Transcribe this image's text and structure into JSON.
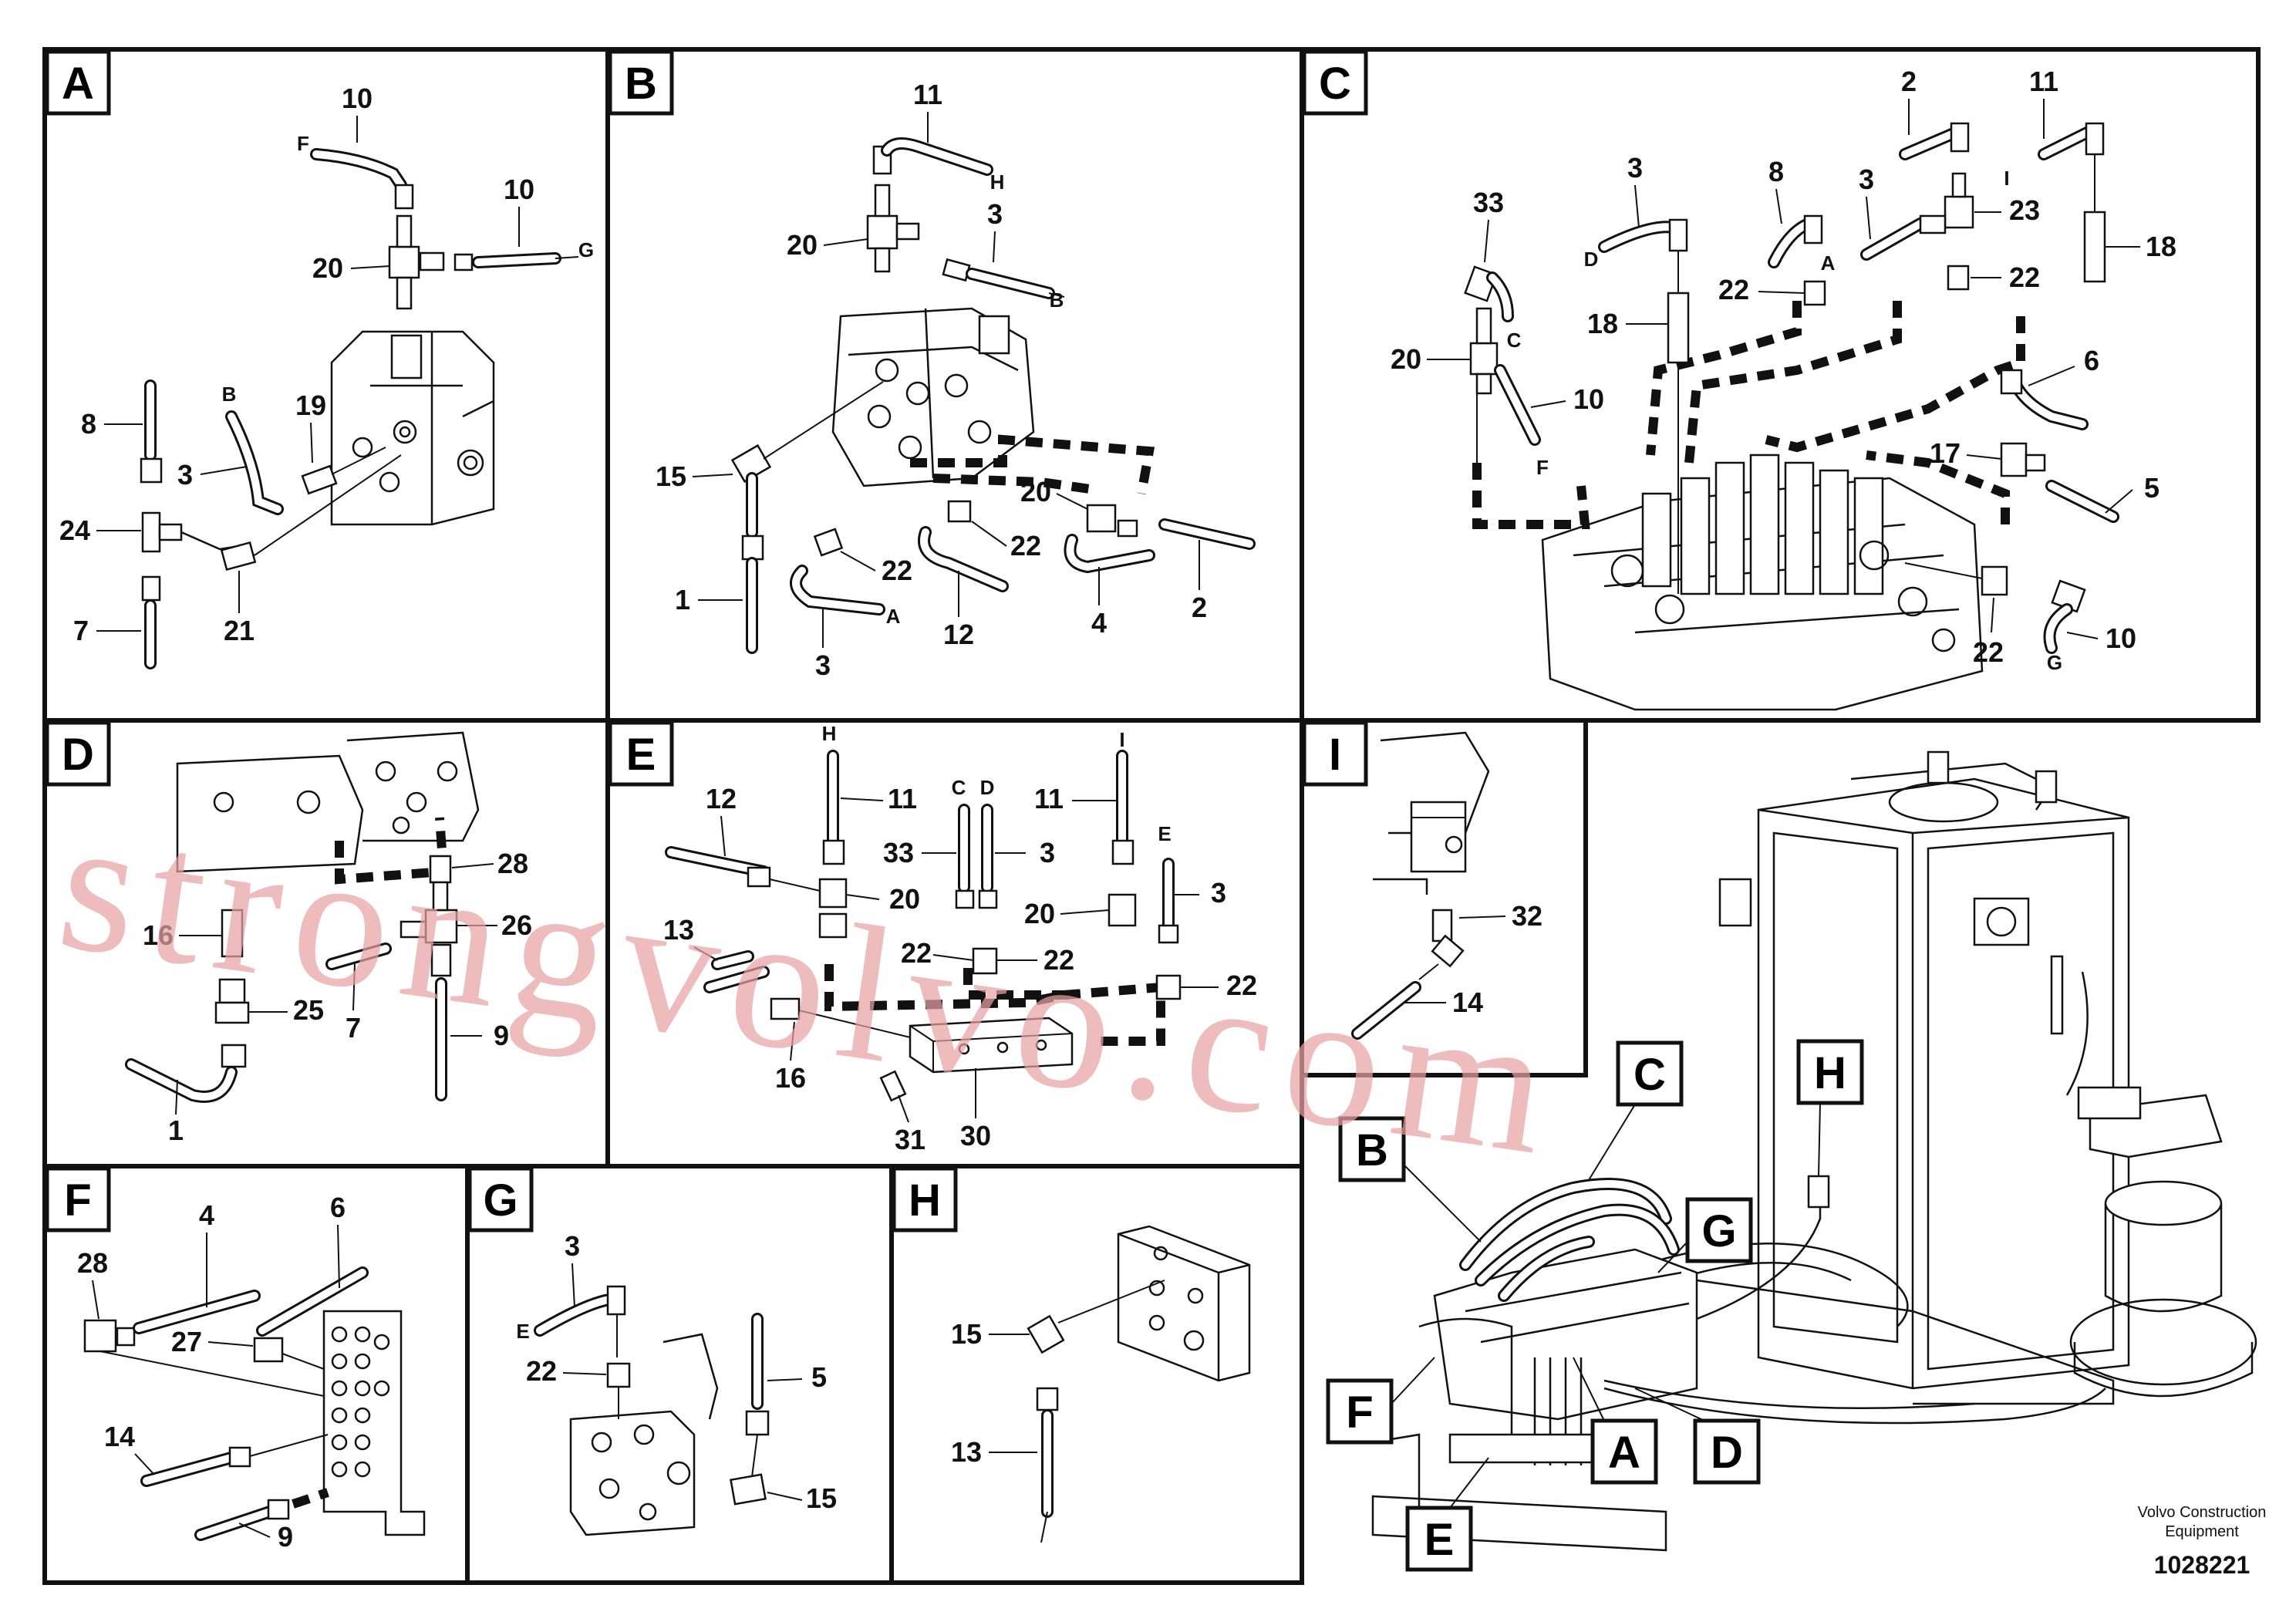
{
  "panels": {
    "A": {
      "label": "A",
      "callouts": [
        "10",
        "10",
        "20",
        "19",
        "8",
        "3",
        "24",
        "21",
        "7"
      ],
      "ports": [
        "F",
        "G",
        "B"
      ]
    },
    "B": {
      "label": "B",
      "callouts": [
        "11",
        "3",
        "20",
        "15",
        "20",
        "22",
        "22",
        "1",
        "3",
        "12",
        "4",
        "2"
      ],
      "ports": [
        "H",
        "B",
        "A"
      ]
    },
    "C": {
      "label": "C",
      "callouts": [
        "33",
        "3",
        "8",
        "2",
        "3",
        "11",
        "23",
        "22",
        "22",
        "18",
        "18",
        "20",
        "10",
        "6",
        "17",
        "5",
        "22",
        "10"
      ],
      "ports": [
        "D",
        "A",
        "I",
        "C",
        "F",
        "G"
      ]
    },
    "D": {
      "label": "D",
      "callouts": [
        "28",
        "16",
        "26",
        "25",
        "7",
        "9",
        "1"
      ]
    },
    "E": {
      "label": "E",
      "callouts": [
        "12",
        "11",
        "33",
        "3",
        "11",
        "3",
        "20",
        "20",
        "13",
        "22",
        "22",
        "22",
        "16",
        "31",
        "30"
      ],
      "ports": [
        "H",
        "C",
        "D",
        "I",
        "E"
      ]
    },
    "I": {
      "label": "I",
      "callouts": [
        "32",
        "14"
      ]
    },
    "F": {
      "label": "F",
      "callouts": [
        "28",
        "4",
        "6",
        "27",
        "14",
        "9"
      ]
    },
    "G": {
      "label": "G",
      "callouts": [
        "3",
        "22",
        "5",
        "15"
      ],
      "ports": [
        "E"
      ]
    },
    "H": {
      "label": "H",
      "callouts": [
        "15",
        "13"
      ]
    },
    "overview": {
      "labels": [
        "C",
        "B",
        "G",
        "H",
        "F",
        "A",
        "D",
        "E"
      ]
    }
  },
  "footer": {
    "brand_line1": "Volvo Construction",
    "brand_line2": "Equipment",
    "drawing_number": "1028221"
  },
  "watermark": "strongvolvo.com"
}
